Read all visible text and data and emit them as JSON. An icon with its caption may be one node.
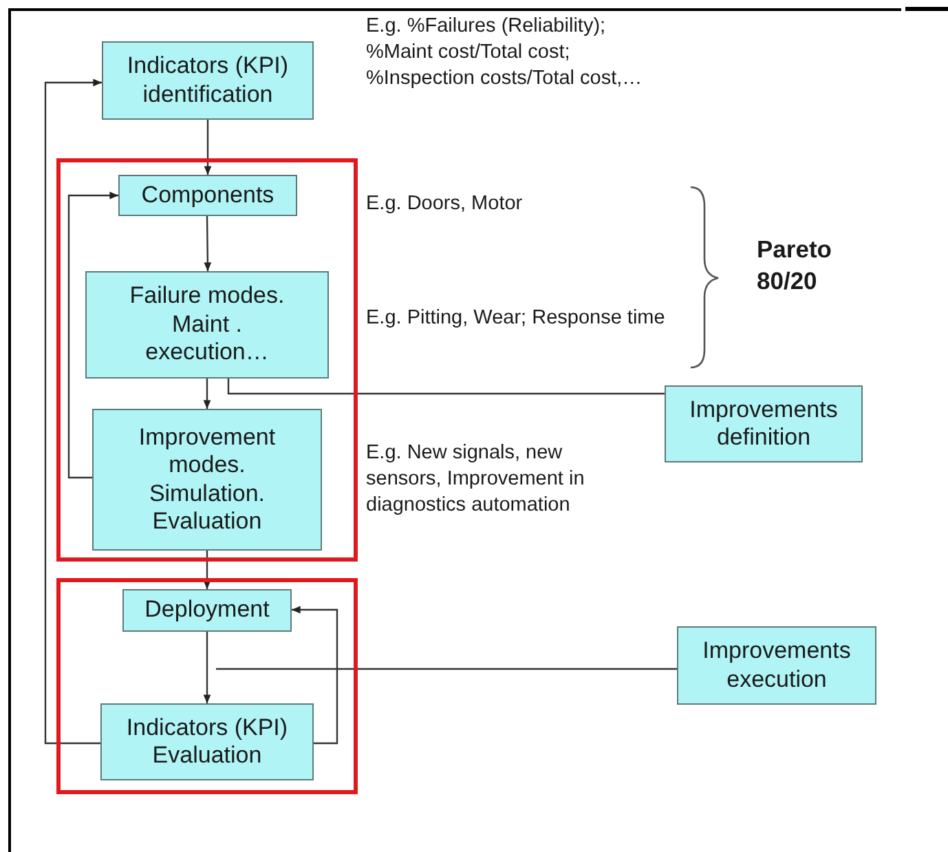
{
  "diagram": {
    "nodes": [
      {
        "text": [
          "Indicators (KPI) identification"
        ]
      },
      {
        "text": [],
        "shape": "box"
      },
      {
        "text": [
          "Components"
        ],
        "in": 1
      },
      {
        "text": [
          "Failure modes. Maint . execution…"
        ],
        "in": 1
      },
      {
        "text": [
          "Improvement modes. Simulation. Evaluation"
        ],
        "in": 1
      },
      {
        "text": [],
        "shape": "box"
      },
      {
        "text": [
          "Deployment"
        ],
        "in": 5
      },
      {
        "text": [
          "Indicators (KPI) Evaluation"
        ],
        "in": 5
      },
      {
        "text": [
          "Improvements definition"
        ]
      },
      {
        "text": [
          "Improvements execution"
        ]
      }
    ],
    "edges": [
      {
        "from": 0,
        "to": 2,
        "arrow": "to"
      },
      {
        "from": 2,
        "to": 3,
        "arrow": "to"
      },
      {
        "from": 3,
        "to": 4,
        "arrow": "to"
      },
      {
        "from": 4,
        "to": 2,
        "arrow": "to"
      },
      {
        "from": 4,
        "to": 6,
        "arrow": "to"
      },
      {
        "from": 6,
        "to": 7,
        "arrow": "to"
      },
      {
        "from": 7,
        "to": 6,
        "arrow": "to"
      },
      {
        "from": 7,
        "to": 0,
        "arrow": "to"
      },
      {
        "from": 8,
        "to": 3,
        "arrow": "none"
      },
      {
        "from": 9,
        "to": null,
        "arrow": "none"
      }
    ],
    "labels": [
      "E.g. %Failures (Reliability); %Maint cost/Total cost; %Inspection costs/Total cost,…",
      "E.g. Doors, Motor",
      "E.g. Pitting, Wear; Response time",
      "Pareto 80/20",
      "E.g. New signals, new sensors, Improvement in diagnostics automation"
    ]
  }
}
